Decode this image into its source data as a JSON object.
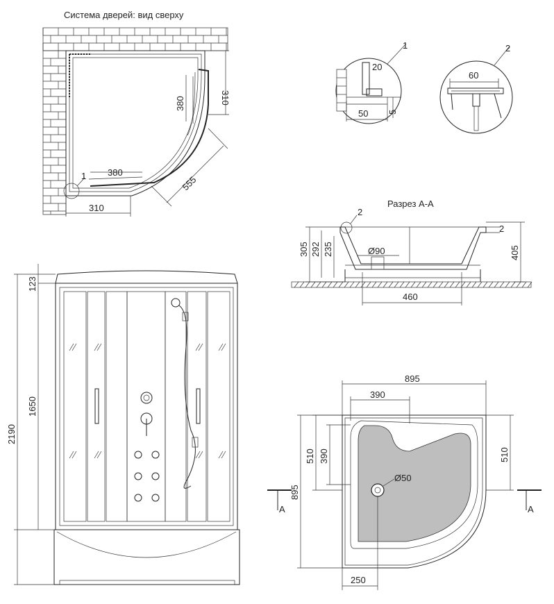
{
  "top_view": {
    "title": "Система дверей: вид сверху",
    "dim_310_right": "310",
    "dim_380_vertical": "380",
    "dim_380_horizontal": "380",
    "dim_555": "555",
    "dim_310_bottom": "310",
    "callout_1": "1"
  },
  "details": {
    "detail1_label": "1",
    "detail1_dim_20": "20",
    "detail1_dim_50": "50",
    "detail1_dim_5": "5",
    "detail2_label": "2",
    "detail2_dim_60": "60"
  },
  "section": {
    "title": "Разрез А-А",
    "callout_2": "2",
    "dim_305": "305",
    "dim_292": "292",
    "dim_235": "235",
    "dim_90": "Ø90",
    "dim_2": "2",
    "dim_405": "405",
    "dim_460": "460"
  },
  "front_view": {
    "dim_123": "123",
    "dim_1650": "1650",
    "dim_2190": "2190"
  },
  "tray_plan": {
    "dim_895_top": "895",
    "dim_390_top": "390",
    "dim_510_left": "510",
    "dim_390_left": "390",
    "dim_895_left": "895",
    "dim_510_right": "510",
    "dim_50": "Ø50",
    "dim_250": "250",
    "section_mark_left": "A",
    "section_mark_right": "A"
  }
}
